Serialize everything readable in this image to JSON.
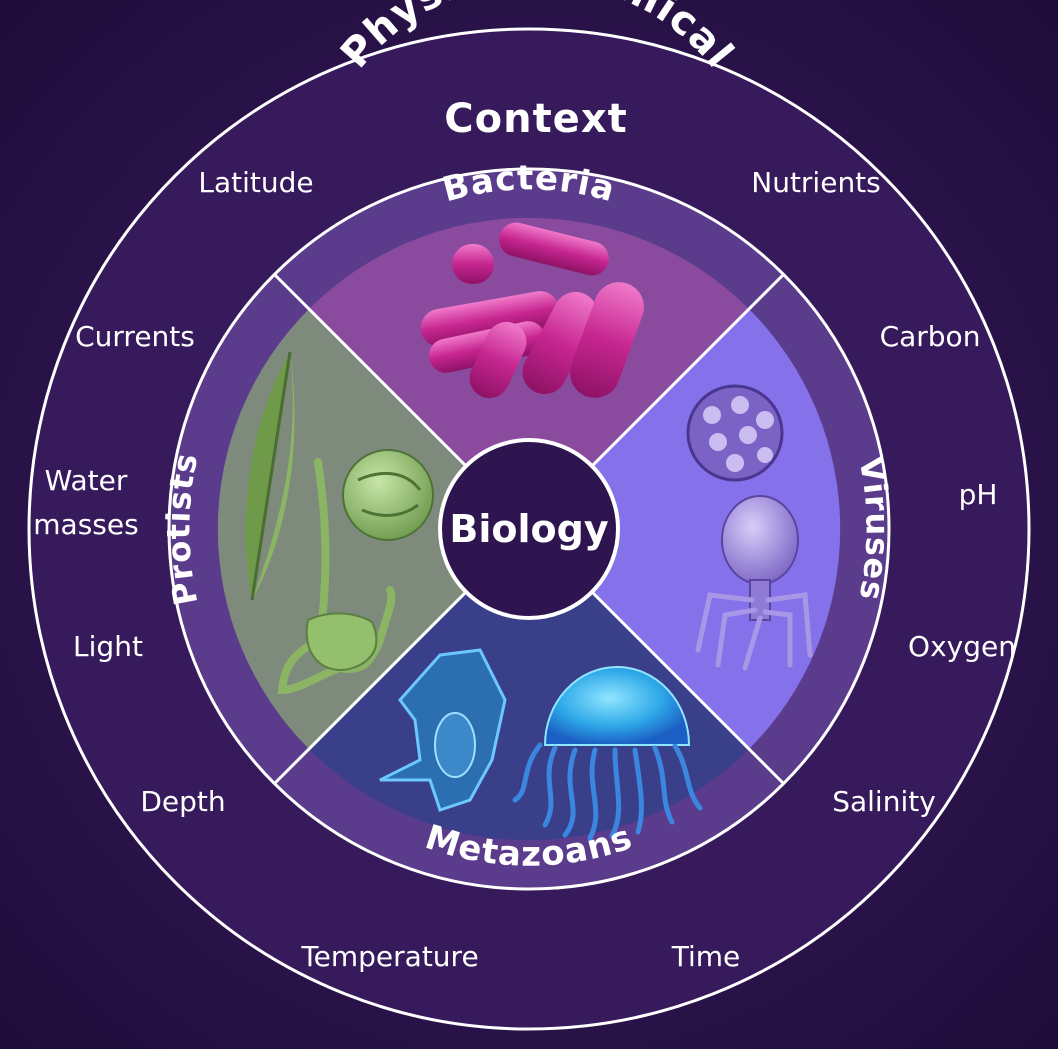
{
  "outer_title_line1": "Physico-Chemical",
  "outer_title_line2": "Context",
  "center_label": "Biology",
  "segments": {
    "bacteria": "Bacteria",
    "viruses": "Viruses",
    "metazoans": "Metazoans",
    "protists": "Protists"
  },
  "factors": {
    "latitude": "Latitude",
    "nutrients": "Nutrients",
    "currents": "Currents",
    "carbon": "Carbon",
    "water_line1": "Water",
    "water_line2": "masses",
    "ph": "pH",
    "light": "Light",
    "oxygen": "Oxygen",
    "depth": "Depth",
    "salinity": "Salinity",
    "temperature": "Temperature",
    "time": "Time"
  },
  "colors": {
    "background": "#2a1449",
    "outer_ring": "#361a5c",
    "middle_ring": "#5a3b8c",
    "bacteria_quadrant": "#8a4a9e",
    "viruses_quadrant": "#8572ea",
    "metazoans_quadrant": "#3a3f8a",
    "protists_quadrant": "#7d8a7c",
    "center_circle": "#2e1550"
  }
}
